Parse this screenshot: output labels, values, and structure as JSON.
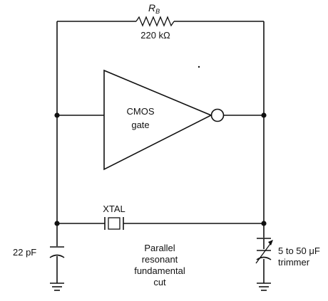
{
  "feedback_resistor": {
    "symbol": "R",
    "subscript": "B",
    "value": "220 kΩ"
  },
  "gate": {
    "line1": "CMOS",
    "line2": "gate"
  },
  "crystal": {
    "label": "XTAL"
  },
  "input_capacitor": {
    "value": "22 pF"
  },
  "trimmer_capacitor": {
    "value": "5 to 50 μF",
    "type": "trimmer"
  },
  "crystal_notes": {
    "line1": "Parallel",
    "line2": "resonant",
    "line3": "fundamental",
    "line4": "cut"
  },
  "colors": {
    "ink": "#111111",
    "background": "#ffffff"
  }
}
